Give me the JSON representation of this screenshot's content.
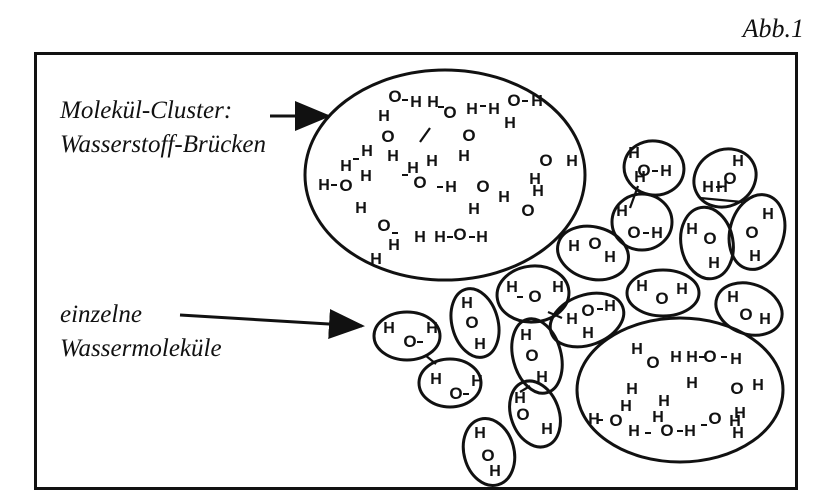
{
  "figure_label": "Abb.1",
  "cluster_label": {
    "line1": "Molekül-Cluster:",
    "line2": "Wasserstoff-Brücken"
  },
  "single_label": {
    "line1": "einzelne",
    "line2": "Wassermoleküle"
  },
  "atom_O": "O",
  "atom_H": "H"
}
